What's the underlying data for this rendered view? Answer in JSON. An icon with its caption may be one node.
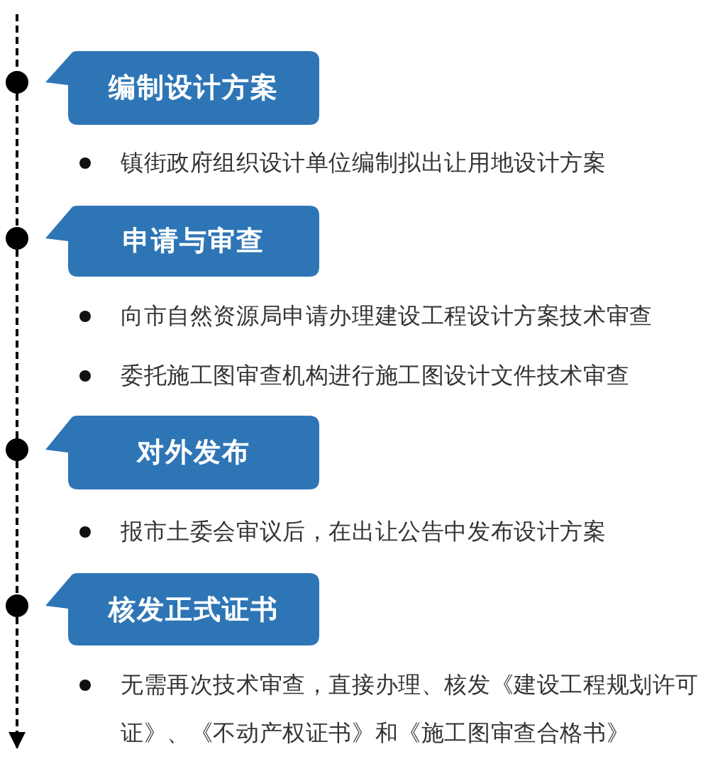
{
  "diagram": {
    "nodes": [
      {
        "text": [],
        "shape": "circle"
      },
      {
        "text": [
          "编制设计方案"
        ],
        "beside": [
          "镇街政府组织设计单位编制拟出让用地设计方案"
        ]
      },
      {
        "text": [],
        "shape": "circle"
      },
      {
        "text": [
          "申请与审查"
        ],
        "beside": [
          "向市自然资源局申请办理建设工程设计方案技术审查",
          "委托施工图审查机构进行施工图设计文件技术审查"
        ]
      },
      {
        "text": [],
        "shape": "circle"
      },
      {
        "text": [
          "对外发布"
        ],
        "beside": [
          "报市土委会审议后，在出让公告中发布设计方案"
        ]
      },
      {
        "text": [],
        "shape": "circle"
      },
      {
        "text": [
          "核发正式证书"
        ],
        "beside": [
          "无需再次技术审查，直接办理、核发《建设工程规划许可证》、《不动产权证书》和《施工图审查合格书》"
        ]
      }
    ],
    "edges": [
      {
        "from": null,
        "to": 0,
        "arrow": "none",
        "style": "dashed"
      },
      {
        "from": 0,
        "to": 2,
        "arrow": "none",
        "style": "dashed"
      },
      {
        "from": 2,
        "to": 4,
        "arrow": "none",
        "style": "dashed"
      },
      {
        "from": 4,
        "to": 6,
        "arrow": "none",
        "style": "dashed"
      },
      {
        "from": 6,
        "to": null,
        "arrow": "to",
        "style": "dashed"
      }
    ]
  }
}
